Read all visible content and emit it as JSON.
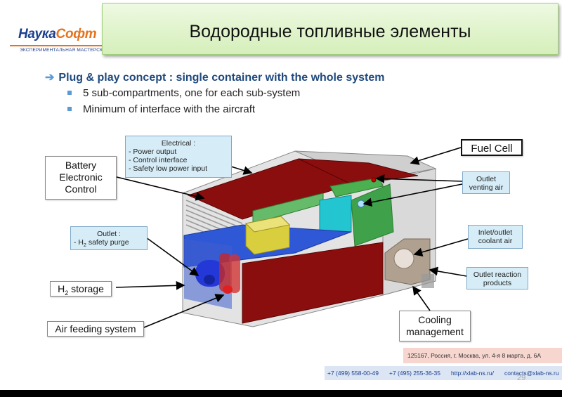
{
  "logo": {
    "name_a": "Наука",
    "name_b": "Софт",
    "subtitle": "ЭКСПЕРИМЕНТАЛЬНАЯ МАСТЕРСКАЯ",
    "color_a": "#1b3f8f",
    "color_b": "#e5731d"
  },
  "title": "Водородные топливные элементы",
  "bullets": {
    "main": "Plug & play concept : single container with the whole system",
    "sub": [
      "5 sub-compartments, one for each sub-system",
      "Minimum of interface with the aircraft"
    ]
  },
  "labels": {
    "electrical_title": "Electrical :",
    "electrical_items": [
      "-  Power output",
      "-  Control interface",
      "-  Safety low power input"
    ],
    "battery": [
      "Battery",
      "Electronic",
      "Control"
    ],
    "outlet_purge_title": "Outlet :",
    "outlet_purge_item": "-  H",
    "outlet_purge_sub": "2",
    "outlet_purge_rest": " safety purge",
    "h2_storage_pre": "H",
    "h2_storage_sub": "2",
    "h2_storage_rest": " storage",
    "air_feeding": "Air feeding system",
    "fuel_cell": "Fuel Cell",
    "outlet_venting": [
      "Outlet",
      "venting air"
    ],
    "inlet_outlet": [
      "Inlet/outlet",
      "coolant air"
    ],
    "outlet_reaction": [
      "Outlet reaction",
      "products"
    ],
    "cooling": [
      "Cooling",
      "management"
    ]
  },
  "footer": {
    "address": "125167, Россия, г. Москва, ул. 4-я 8 марта, д. 6А",
    "phone1": "+7 (499) 558-00-49",
    "phone2": "+7 (495) 255-36-35",
    "site": "http://xlab-ns.ru/",
    "email": "contacts@xlab-ns.ru"
  },
  "page_number": "29",
  "colors": {
    "title_bg": "#d5efba",
    "bullet_heading": "#1f497d",
    "callout_bg": "#d6ecf7",
    "container_panel": "#8b0e0e"
  }
}
